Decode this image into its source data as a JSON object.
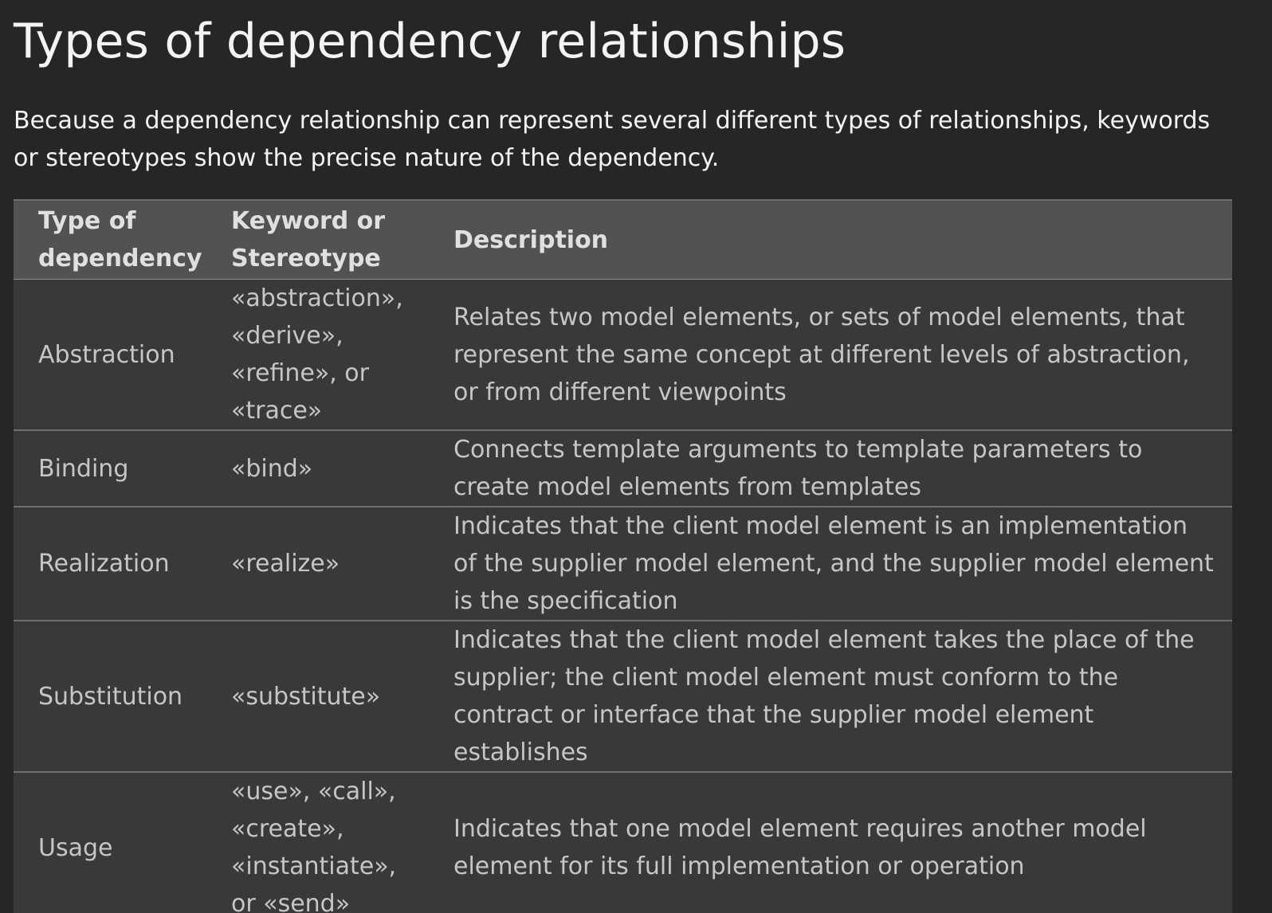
{
  "page": {
    "title": "Types of dependency relationships",
    "intro": "Because a dependency relationship can represent several different types of relationships, keywords or stereotypes show the precise nature of the dependency."
  },
  "table": {
    "headers": {
      "type": "Type of dependency",
      "keyword": "Keyword or Stereotype",
      "description": "Description"
    },
    "rows": [
      {
        "type": "Abstraction",
        "keyword": "«abstraction», «derive», «refine», or «trace»",
        "description": "Relates two model elements, or sets of model elements, that represent the same concept at different levels of abstraction, or from different viewpoints"
      },
      {
        "type": "Binding",
        "keyword": "«bind»",
        "description": "Connects template arguments to template parameters to create model elements from templates"
      },
      {
        "type": "Realization",
        "keyword": "«realize»",
        "description": "Indicates that the client model element is an implementation of the supplier model element, and the supplier model element is the specification"
      },
      {
        "type": "Substitution",
        "keyword": "«substitute»",
        "description": "Indicates that the client model element takes the place of the supplier; the client model element must conform to the contract or interface that the supplier model element establishes"
      },
      {
        "type": "Usage",
        "keyword": "«use», «call», «create», «instantiate», or «send»",
        "description": "Indicates that one model element requires another model element for its full implementation or operation"
      }
    ]
  },
  "colors": {
    "background": "#262626",
    "header_row": "#525252",
    "body_row": "#393939",
    "text": "#f4f4f4",
    "cell_text": "#c6c6c6"
  }
}
